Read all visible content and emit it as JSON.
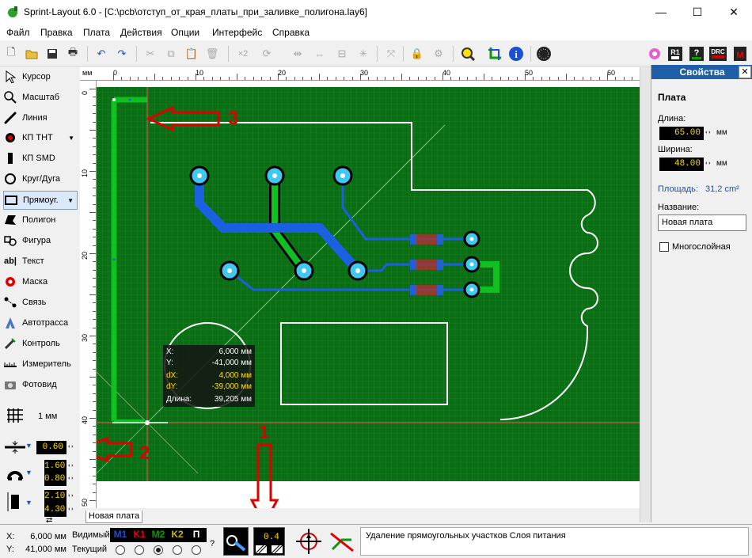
{
  "window": {
    "title": "Sprint-Layout 6.0 - [C:\\pcb\\отступ_от_края_платы_при_заливке_полигона.lay6]",
    "minimize": "—",
    "maximize": "☐",
    "close": "✕"
  },
  "menu": [
    "Файл",
    "Правка",
    "Плата",
    "Действия",
    "Опции",
    "Интерфейс",
    "Справка"
  ],
  "tools": [
    {
      "label": "Курсор",
      "icon": "cursor-arrow-icon"
    },
    {
      "label": "Масштаб",
      "icon": "magnifier-icon"
    },
    {
      "label": "Линия",
      "icon": "line-icon"
    },
    {
      "label": "КП ТНТ",
      "icon": "tht-pad-icon"
    },
    {
      "label": "КП SMD",
      "icon": "smd-pad-icon"
    },
    {
      "label": "Круг/Дуга",
      "icon": "circle-arc-icon"
    },
    {
      "label": "Прямоуг.",
      "icon": "rectangle-icon"
    },
    {
      "label": "Полигон",
      "icon": "polygon-icon"
    },
    {
      "label": "Фигура",
      "icon": "figure-icon"
    },
    {
      "label": "Текст",
      "icon": "text-icon"
    },
    {
      "label": "Маска",
      "icon": "mask-icon"
    },
    {
      "label": "Связь",
      "icon": "connection-icon"
    },
    {
      "label": "Автотрасса",
      "icon": "autoroute-icon"
    },
    {
      "label": "Контроль",
      "icon": "control-icon"
    },
    {
      "label": "Измеритель",
      "icon": "ruler-icon"
    },
    {
      "label": "Фотовид",
      "icon": "camera-icon"
    }
  ],
  "grid": {
    "value": "1 мм"
  },
  "params": {
    "track_width": "0.60",
    "pad_outer": "1.60",
    "pad_inner": "0.80",
    "smd_w": "2.10",
    "smd_h": "4.30"
  },
  "ruler": {
    "unit": "мм",
    "top_ticks": [
      "0",
      "10",
      "20",
      "30",
      "40",
      "50",
      "60"
    ],
    "left_ticks": [
      "0",
      "10",
      "20",
      "30",
      "40",
      "50"
    ]
  },
  "measure": {
    "x_label": "X:",
    "x": "6,000 мм",
    "y_label": "Y:",
    "y": "-41,000 мм",
    "dx_label": "dX:",
    "dx": "4,000 мм",
    "dy_label": "dY:",
    "dy": "-39,000 мм",
    "len_label": "Длина:",
    "len": "39,205 мм"
  },
  "annotations": {
    "a1": "1",
    "a2": "2",
    "a3": "3"
  },
  "tab": "Новая плата",
  "properties": {
    "header": "Свойства",
    "section": "Плата",
    "length_label": "Длина:",
    "length": "65.00",
    "length_unit": "мм",
    "width_label": "Ширина:",
    "width": "48.00",
    "width_unit": "мм",
    "area_label": "Площадь:",
    "area": "31,2 cm²",
    "name_label": "Название:",
    "name": "Новая плата",
    "multilayer": "Многослойная"
  },
  "status": {
    "x_label": "X:",
    "x": "6,000 мм",
    "y_label": "Y:",
    "y": "41,000 мм",
    "visible": "Видимый",
    "current": "Текущий",
    "layers": [
      {
        "name": "M1",
        "color": "#1a4fd6"
      },
      {
        "name": "K1",
        "color": "#e00000"
      },
      {
        "name": "M2",
        "color": "#00a000"
      },
      {
        "name": "K2",
        "color": "#c8b400"
      },
      {
        "name": "П",
        "color": "#ffffff"
      }
    ],
    "help": "?",
    "fill_value": "0.4",
    "message": "Удаление прямоугольных участков Слоя питания"
  },
  "colors": {
    "board": "#0a6e14",
    "accent": "#1f5fa8",
    "arrow": "#e00000"
  }
}
